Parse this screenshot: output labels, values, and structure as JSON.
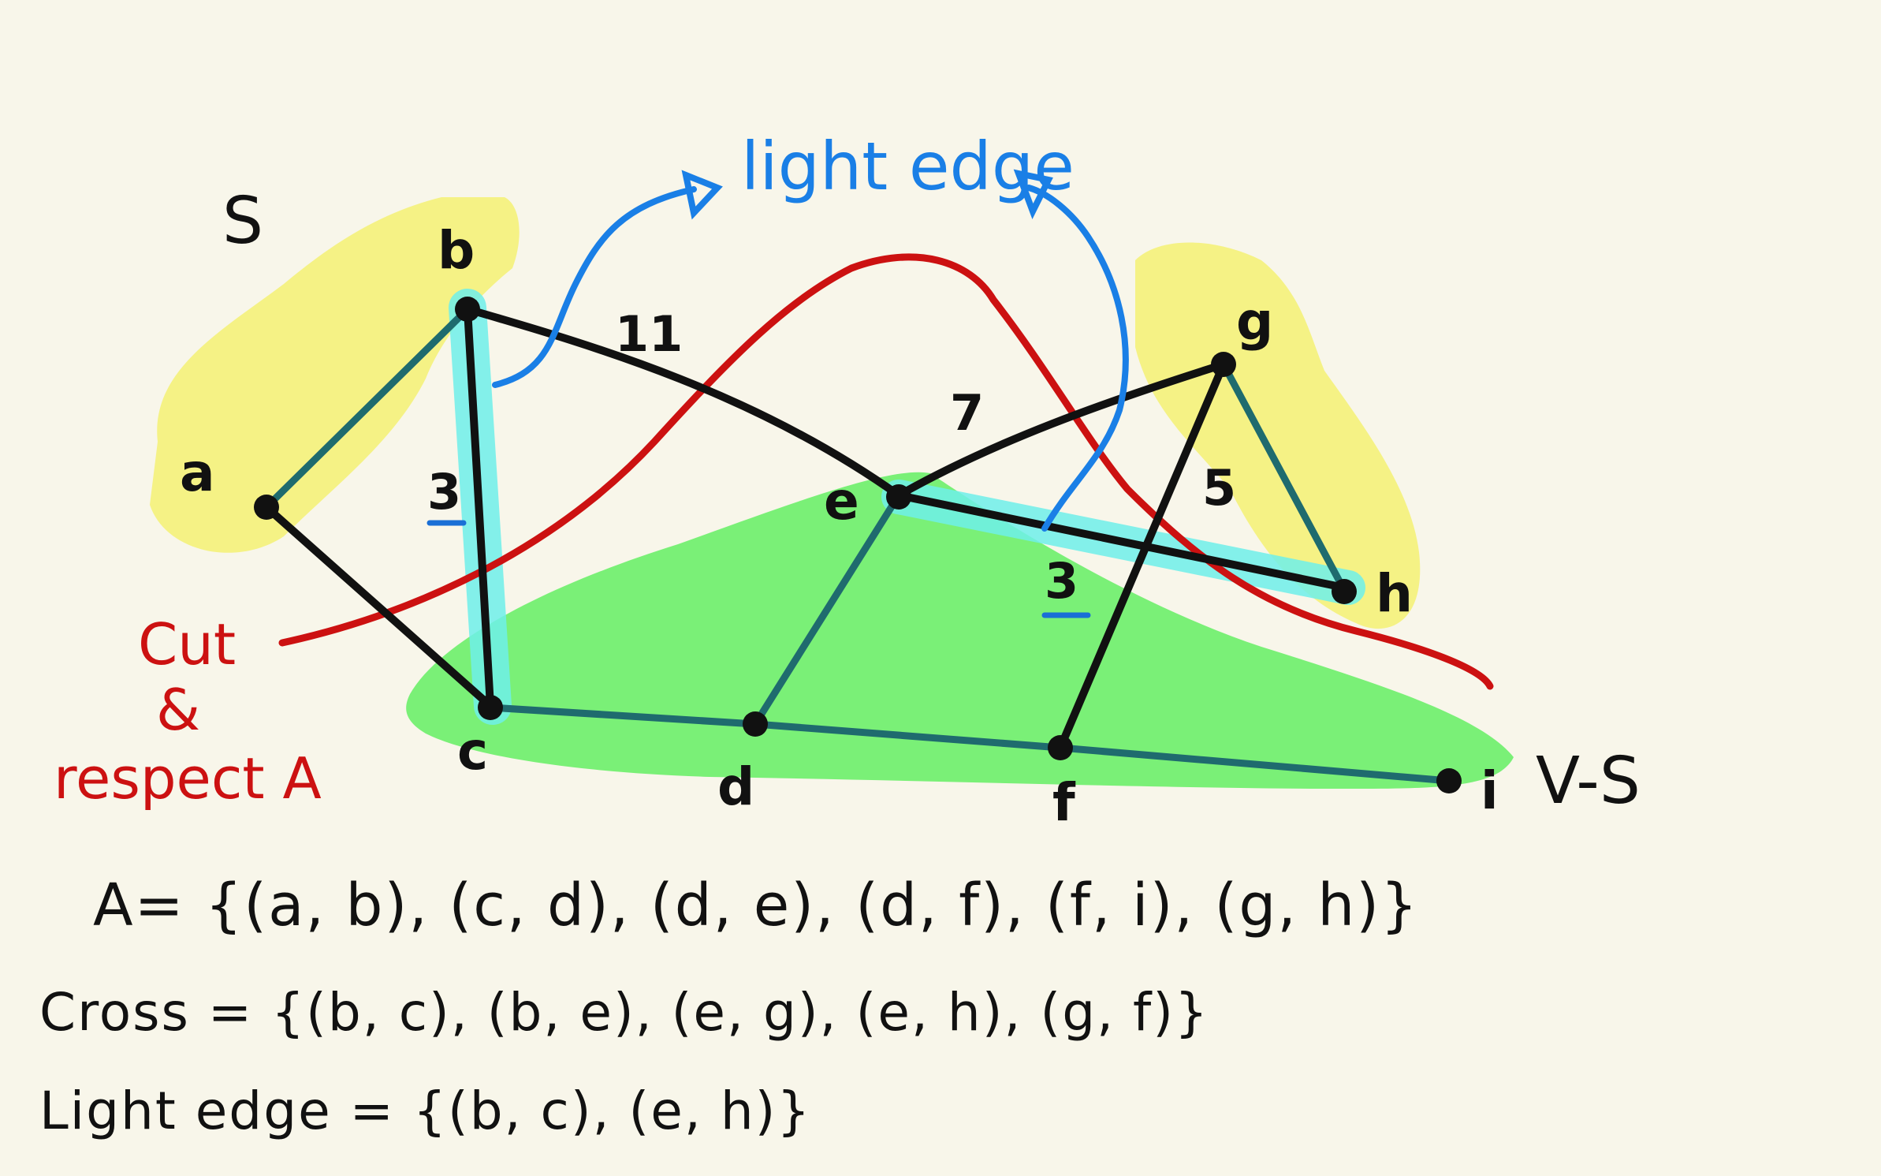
{
  "labels": {
    "set_s": "S",
    "set_v_minus_s": "V-S",
    "cut_line1": "Cut",
    "cut_line2": "&",
    "cut_line3": "respect A",
    "light_edge_caption": "light edge"
  },
  "vertices": {
    "a": "a",
    "b": "b",
    "c": "c",
    "d": "d",
    "e": "e",
    "f": "f",
    "g": "g",
    "h": "h",
    "i": "i"
  },
  "edge_weights": {
    "b_e": "11",
    "b_c": "3",
    "e_g": "7",
    "g_f": "5",
    "e_h": "3"
  },
  "equations": {
    "set_a": "A= {(a, b), (c, d), (d, e), (d, f), (f, i), (g, h)}",
    "cross": "Cross = {(b, c), (b, e), (e, g), (e, h), (g, f)}",
    "light_edge": "Light edge = {(b, c), (e, h)}"
  },
  "colors": {
    "background": "#f8f6ea",
    "highlight_s": "#f4f27a",
    "highlight_vs": "#6cf06a",
    "light_edge_glow": "#6ff0ea",
    "tree_edge": "#1f6b6e",
    "other_edge": "#111111",
    "cut": "#cc1111",
    "annotation": "#1a7fe6",
    "underline": "#1a6fd6"
  }
}
